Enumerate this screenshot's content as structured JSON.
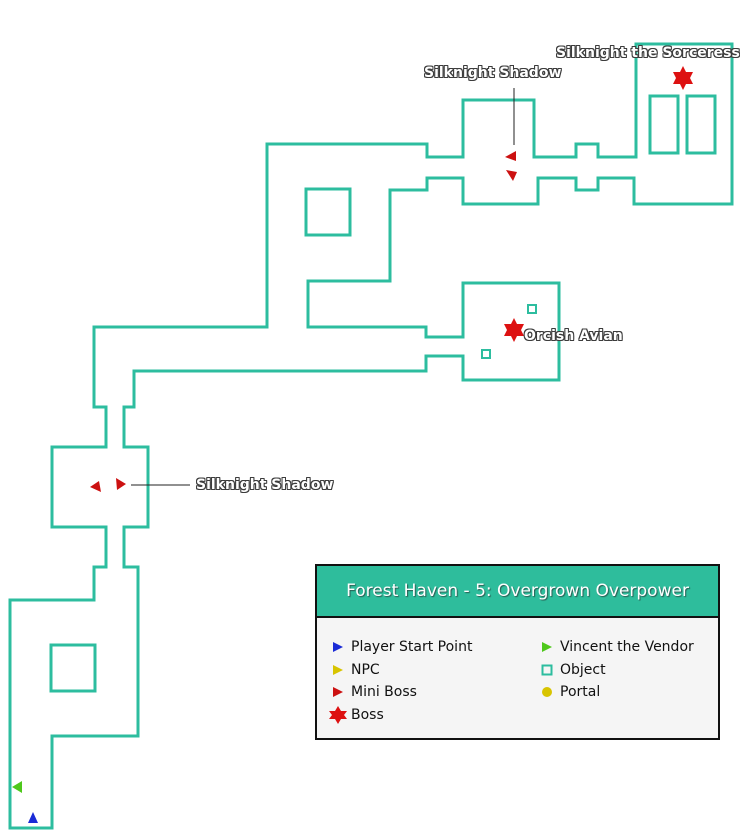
{
  "map_labels": {
    "silknight_shadow_top": "Silknight Shadow",
    "silknight_sorceress": "Silknight the Sorceress",
    "orcish_avian": "Orcish Avian",
    "silknight_shadow_left": "Silknight Shadow"
  },
  "legend": {
    "title": "Forest Haven - 5: Overgrown Overpower",
    "items_left": [
      {
        "label": "Player Start Point",
        "icon": "triangle-right",
        "color": "#1a2bd6"
      },
      {
        "label": "NPC",
        "icon": "triangle-right",
        "color": "#d8c400"
      },
      {
        "label": "Mini Boss",
        "icon": "triangle-right",
        "color": "#cc1111"
      },
      {
        "label": "Boss",
        "icon": "star-six",
        "color": "#dd1111"
      }
    ],
    "items_right": [
      {
        "label": "Vincent the Vendor",
        "icon": "triangle-right",
        "color": "#4ec81b"
      },
      {
        "label": "Object",
        "icon": "hollow-square",
        "color": "#2dbd9f"
      },
      {
        "label": "Portal",
        "icon": "circle",
        "color": "#d8c400"
      }
    ]
  },
  "colors": {
    "wall": "#2dbd9f",
    "legend_header": "#2ebd9c",
    "player_start": "#1a2bd6",
    "vendor": "#4ec81b",
    "mini_boss": "#cc1111",
    "boss": "#dd1111"
  }
}
